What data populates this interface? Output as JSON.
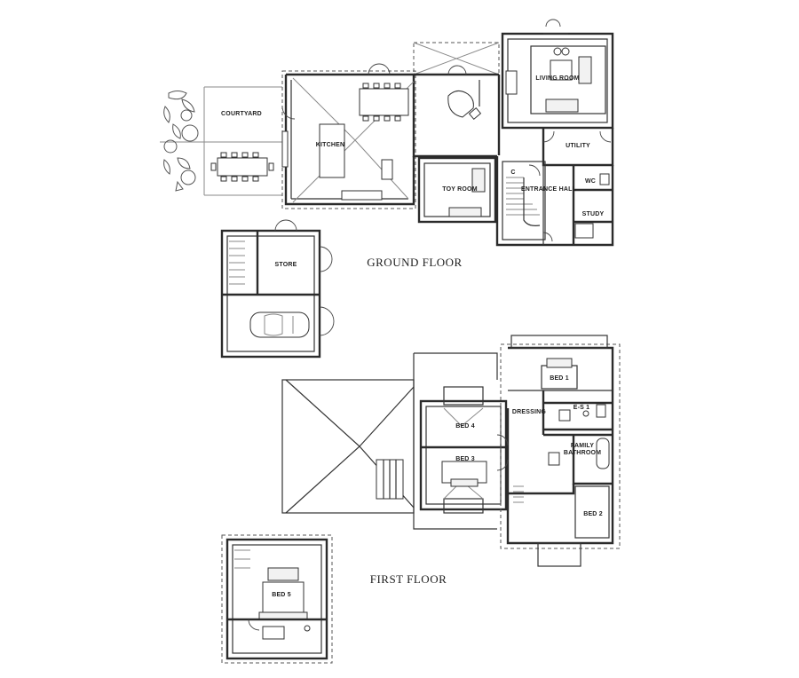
{
  "floors": {
    "ground": {
      "title": "GROUND FLOOR",
      "rooms": {
        "courtyard": "COURTYARD",
        "kitchen": "KITCHEN",
        "living_room": "LIVING ROOM",
        "utility": "UTILITY",
        "toy_room": "TOY ROOM",
        "entrance_hall": "ENTRANCE HALL",
        "wc": "WC",
        "study": "STUDY",
        "store": "STORE"
      },
      "markers": {
        "cupboard": "C"
      }
    },
    "first": {
      "title": "FIRST FLOOR",
      "rooms": {
        "bed1": "BED 1",
        "es1": "E-S 1",
        "dressing": "DRESSING",
        "bed4": "BED 4",
        "bed3": "BED 3",
        "family_bathroom_line1": "FAMILY",
        "family_bathroom_line2": "BATHROOM",
        "bed2": "BED 2",
        "bed5": "BED 5"
      }
    }
  },
  "colors": {
    "line": "#2b2b2b",
    "background": "#ffffff"
  }
}
